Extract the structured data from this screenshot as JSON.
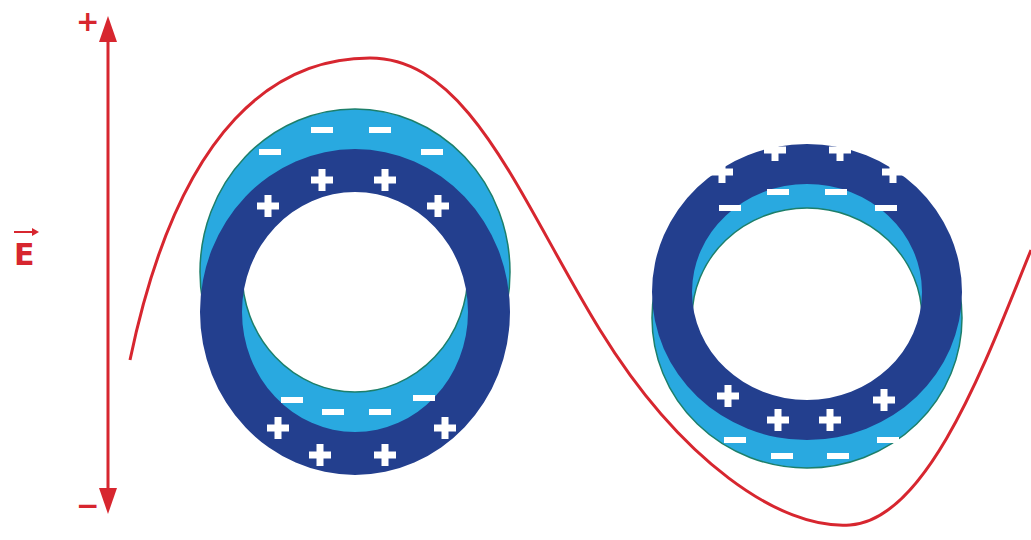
{
  "diagram": {
    "labels": [
      "+",
      "−",
      "E"
    ]
  }
}
